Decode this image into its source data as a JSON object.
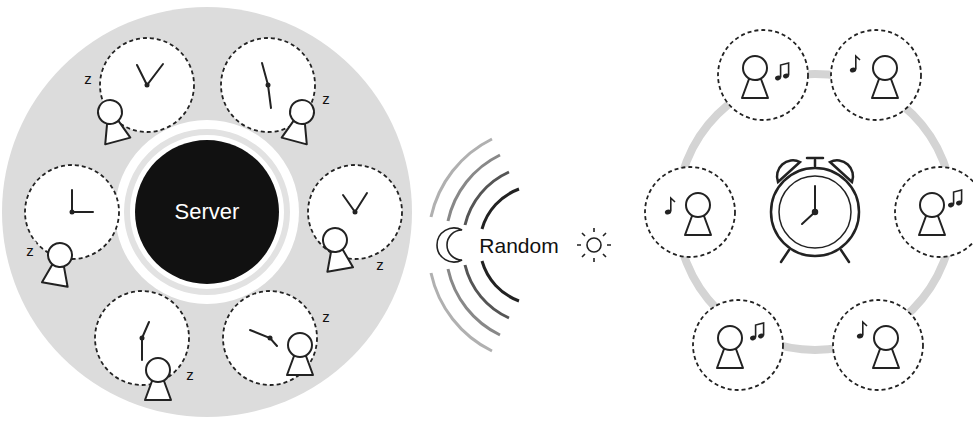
{
  "diagram": {
    "nodes": [
      {
        "text": [
          "Server"
        ]
      }
    ],
    "labels": [
      "Random",
      "z",
      "z",
      "z",
      "z",
      "z",
      "z"
    ]
  }
}
